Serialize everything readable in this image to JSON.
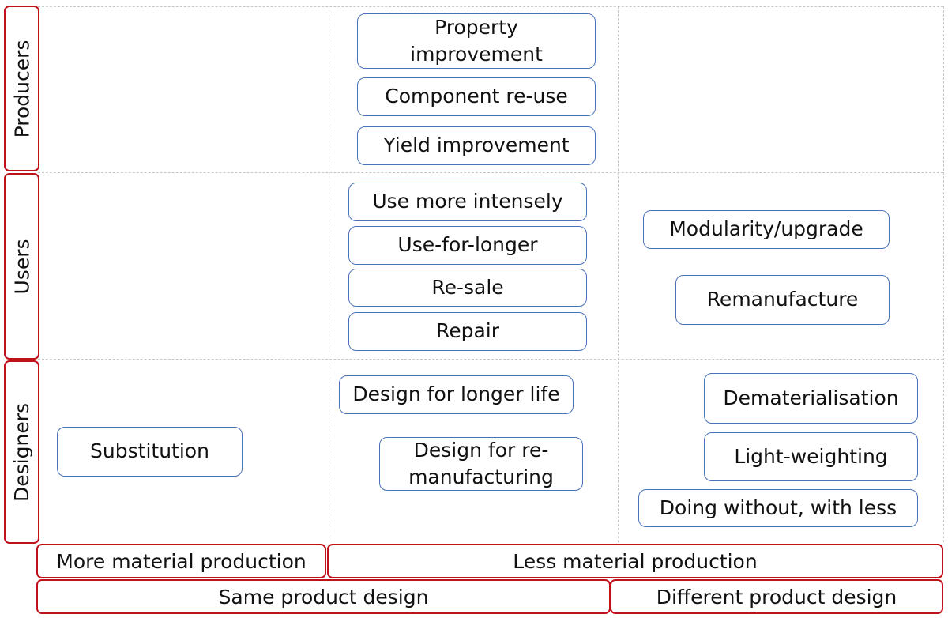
{
  "rows": {
    "producers": "Producers",
    "users": "Users",
    "designers": "Designers"
  },
  "axes": {
    "more_material": "More material production",
    "less_material": "Less material production",
    "same_design": "Same product design",
    "different_design": "Different product design"
  },
  "strategies": {
    "property_improvement": "Property improvement",
    "component_reuse": "Component re-use",
    "yield_improvement": "Yield improvement",
    "use_more_intensely": "Use more intensely",
    "use_for_longer": "Use-for-longer",
    "resale": "Re-sale",
    "repair": "Repair",
    "modularity_upgrade": "Modularity/upgrade",
    "remanufacture": "Remanufacture",
    "substitution": "Substitution",
    "design_longer_life": "Design for longer life",
    "design_remanufacturing": "Design for re-manufacturing",
    "dematerialisation": "Dematerialisation",
    "light_weighting": "Light-weighting",
    "doing_without": "Doing without, with less"
  },
  "colors": {
    "axis_border": "#c0101a",
    "node_border": "#4a72b8",
    "grid": "#c8c8c8"
  }
}
